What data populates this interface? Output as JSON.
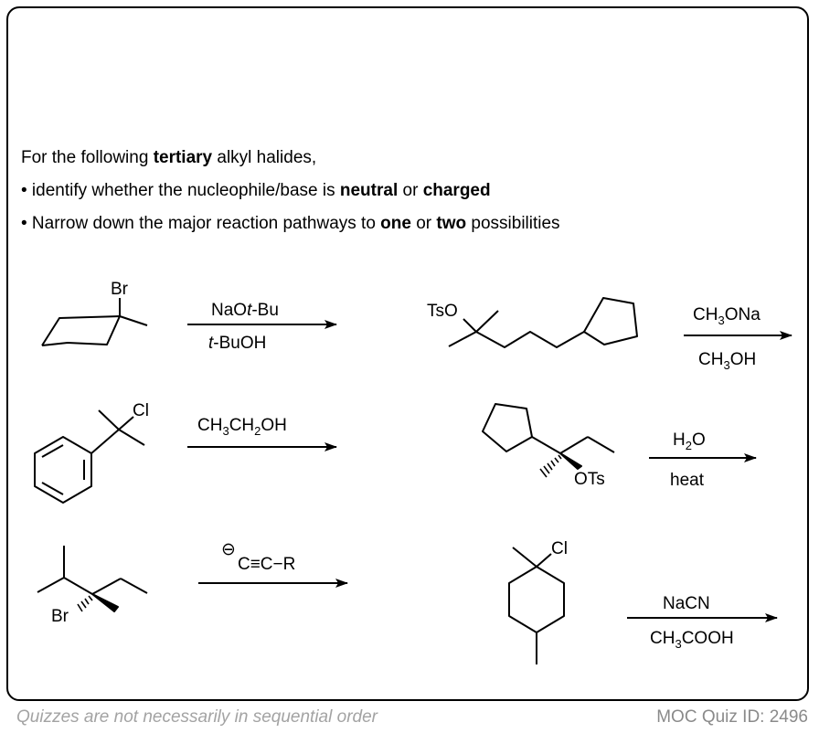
{
  "instructions": {
    "line1": {
      "a": "For the following ",
      "b": "tertiary",
      "c": " alkyl halides,"
    },
    "line2": {
      "a": "• identify whether the nucleophile/base is ",
      "b": "neutral",
      "c": " or ",
      "d": "charged"
    },
    "line3": {
      "a": "• Narrow down the major reaction pathways to ",
      "b": "one",
      "c": " or ",
      "d": "two",
      "e": " possibilities"
    }
  },
  "reactions": [
    {
      "substrate_label": "Br",
      "reagent_top": {
        "a": "NaO",
        "b": "t",
        "c": "-Bu"
      },
      "reagent_bottom": {
        "a": "t",
        "b": "-BuOH"
      }
    },
    {
      "substrate_label": "TsO",
      "reagent_top": {
        "a": "CH",
        "sub": "3",
        "b": "ONa"
      },
      "reagent_bottom": {
        "a": "CH",
        "sub": "3",
        "b": "OH"
      }
    },
    {
      "substrate_label": "Cl",
      "reagent_top": {
        "a": "CH",
        "sub1": "3",
        "b": "CH",
        "sub2": "2",
        "c": "OH"
      },
      "reagent_bottom": ""
    },
    {
      "substrate_label": "OTs",
      "reagent_top": {
        "a": "H",
        "sub": "2",
        "b": "O"
      },
      "reagent_bottom": "heat"
    },
    {
      "substrate_label": "Br",
      "reagent_top": {
        "charge": "⊖",
        "text": "C≡C−R"
      },
      "reagent_bottom": ""
    },
    {
      "substrate_label": "Cl",
      "reagent_top": "NaCN",
      "reagent_bottom": {
        "a": "CH",
        "sub": "3",
        "b": "COOH"
      }
    }
  ],
  "footer": {
    "note": "Quizzes are not necessarily in sequential order",
    "quiz_id": "MOC Quiz ID: 2496"
  }
}
